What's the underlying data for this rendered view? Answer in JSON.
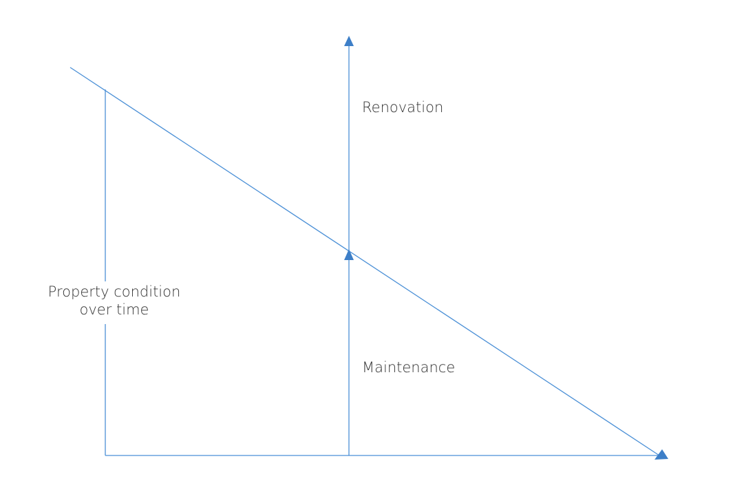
{
  "colors": {
    "line": "#4a8fd6",
    "arrow": "#3d7fc8",
    "text": "#333333",
    "background": "#ffffff"
  },
  "labels": {
    "renovation": "Renovation",
    "maintenance": "Maintenance",
    "condition_line1": "Property condition",
    "condition_line2": "over time"
  }
}
